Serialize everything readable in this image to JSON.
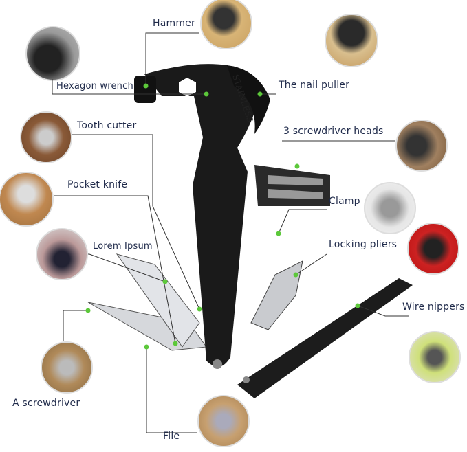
{
  "callouts": {
    "hammer": "Hammer",
    "hexagon_wrench": "Hexagon wrench",
    "nail_puller": "The nail puller",
    "tooth_cutter": "Tooth cutter",
    "screwdriver_heads": "3 screwdriver heads",
    "pocket_knife": "Pocket knife",
    "clamp": "Clamp",
    "lorem": "Lorem Ipsum",
    "locking_pliers": "Locking pliers",
    "wire_nippers": "Wire nippers",
    "screwdriver": "A screwdriver",
    "file": "File"
  },
  "tool_engraving": "STAINLESS",
  "colors": {
    "label_text": "#1f2a4a",
    "leader_line": "#333333",
    "marker_dot": "#5cc83a",
    "tool_body": "#1a1a1a"
  }
}
